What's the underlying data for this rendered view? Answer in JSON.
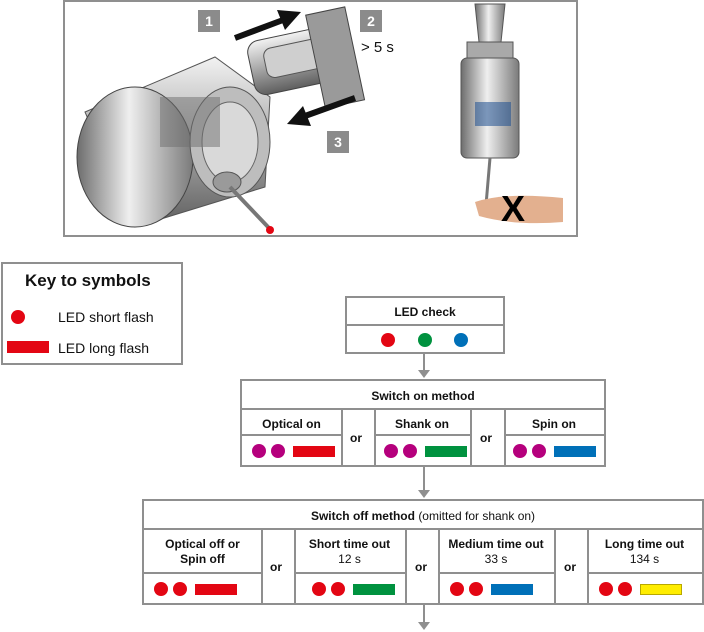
{
  "illustration": {
    "steps": [
      "1",
      "2",
      "3"
    ],
    "duration_text": "> 5 s",
    "no_touch_mark": "X"
  },
  "key": {
    "title": "Key to symbols",
    "short_flash_label": "LED short flash",
    "long_flash_label": "LED long flash"
  },
  "led_check": {
    "title": "LED check"
  },
  "switch_on": {
    "title": "Switch on method",
    "or_label": "or",
    "methods": [
      {
        "label": "Optical on",
        "sequence": "magenta-magenta-red-long"
      },
      {
        "label": "Shank on",
        "sequence": "magenta-magenta-green-long"
      },
      {
        "label": "Spin on",
        "sequence": "magenta-magenta-blue-long"
      }
    ]
  },
  "switch_off": {
    "title": "Switch off method",
    "title_note": "(omitted for shank on)",
    "or_label": "or",
    "methods": [
      {
        "label_line1": "Optical off or",
        "label_line2": "Spin off",
        "sequence": "red-red-red-long"
      },
      {
        "label_line1": "Short time out",
        "label_line2": "12 s",
        "sequence": "red-red-green-long"
      },
      {
        "label_line1": "Medium time out",
        "label_line2": "33 s",
        "sequence": "red-red-blue-long"
      },
      {
        "label_line1": "Long time out",
        "label_line2": "134 s",
        "sequence": "red-red-yellow-long"
      }
    ]
  },
  "colors": {
    "red": "#e30613",
    "green": "#00923f",
    "blue": "#0070b8",
    "magenta": "#b5007d",
    "yellow": "#ffed00",
    "border": "#8f8f8f"
  }
}
